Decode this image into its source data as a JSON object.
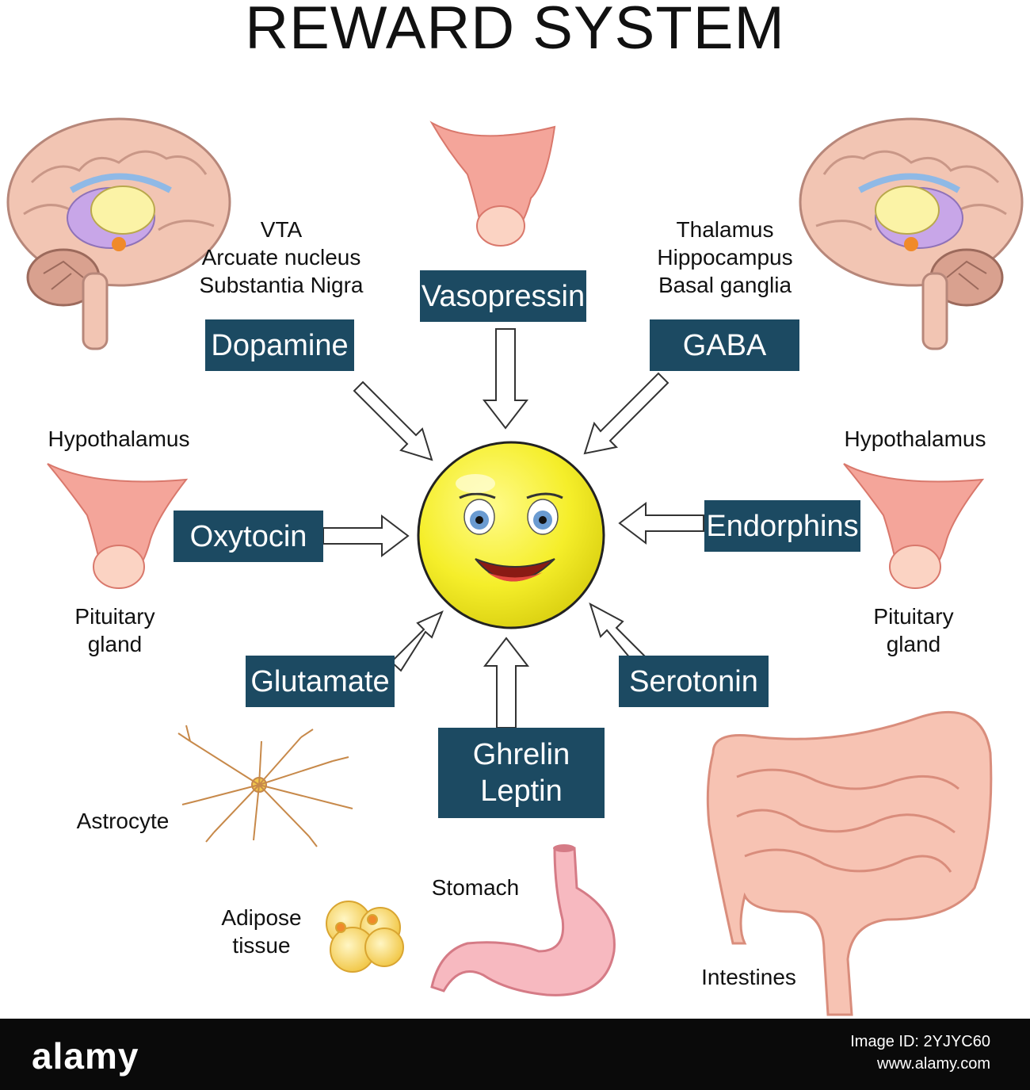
{
  "title": "REWARD SYSTEM",
  "center": {
    "icon": "smiley-face-icon",
    "color": "#f5ee2a"
  },
  "neurotransmitters": [
    {
      "id": "dopamine",
      "label": "Dopamine"
    },
    {
      "id": "vasopressin",
      "label": "Vasopressin"
    },
    {
      "id": "gaba",
      "label": "GABA"
    },
    {
      "id": "oxytocin",
      "label": "Oxytocin"
    },
    {
      "id": "endorphins",
      "label": "Endorphins"
    },
    {
      "id": "glutamate",
      "label": "Glutamate"
    },
    {
      "id": "serotonin",
      "label": "Serotonin"
    },
    {
      "id": "ghrelin-leptin",
      "label": "Ghrelin\nLeptin"
    }
  ],
  "source_labels": {
    "dopamine_sources": "VTA\nArcuate nucleus\nSubstantia Nigra",
    "gaba_sources": "Thalamus\nHippocampus\nBasal ganglia",
    "hypothalamus_left": "Hypothalamus",
    "pituitary_left": "Pituitary\ngland",
    "hypothalamus_right": "Hypothalamus",
    "pituitary_right": "Pituitary\ngland",
    "astrocyte": "Astrocyte",
    "adipose": "Adipose\ntissue",
    "stomach": "Stomach",
    "intestines": "Intestines"
  },
  "footer": {
    "brand": "alamy",
    "image_id": "Image ID: 2YJYC60\nwww.alamy.com"
  },
  "colors": {
    "box": "#1c4a62",
    "arrow": "#333333",
    "organ_pink": "#f4a59a",
    "brain": "#f2c5b3"
  }
}
